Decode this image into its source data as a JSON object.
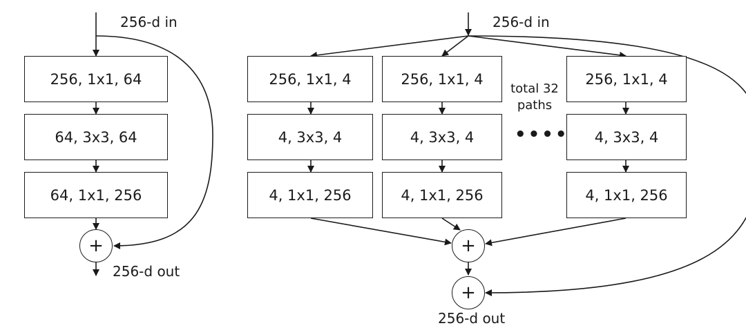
{
  "left_block": {
    "input_label": "256-d in",
    "layers": [
      "256, 1x1, 64",
      "64, 3x3, 64",
      "64, 1x1, 256"
    ],
    "sum_symbol": "+",
    "output_label": "256-d out"
  },
  "right_block": {
    "input_label": "256-d in",
    "paths": [
      [
        "256, 1x1, 4",
        "4, 3x3, 4",
        "4, 1x1, 256"
      ],
      [
        "256, 1x1, 4",
        "4, 3x3, 4",
        "4, 1x1, 256"
      ],
      [
        "256, 1x1, 4",
        "4, 3x3, 4",
        "4, 1x1, 256"
      ]
    ],
    "note_line1": "total 32",
    "note_line2": "paths",
    "ellipsis": "••••",
    "sum_symbol": "+",
    "output_label": "256-d out"
  }
}
